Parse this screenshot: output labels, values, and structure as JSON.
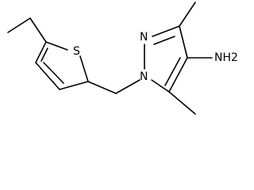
{
  "molecule": {
    "atom_labels": {
      "sulfur": "S",
      "nitrogen_1": "N",
      "nitrogen_2": "N",
      "amine": "NH2"
    }
  }
}
